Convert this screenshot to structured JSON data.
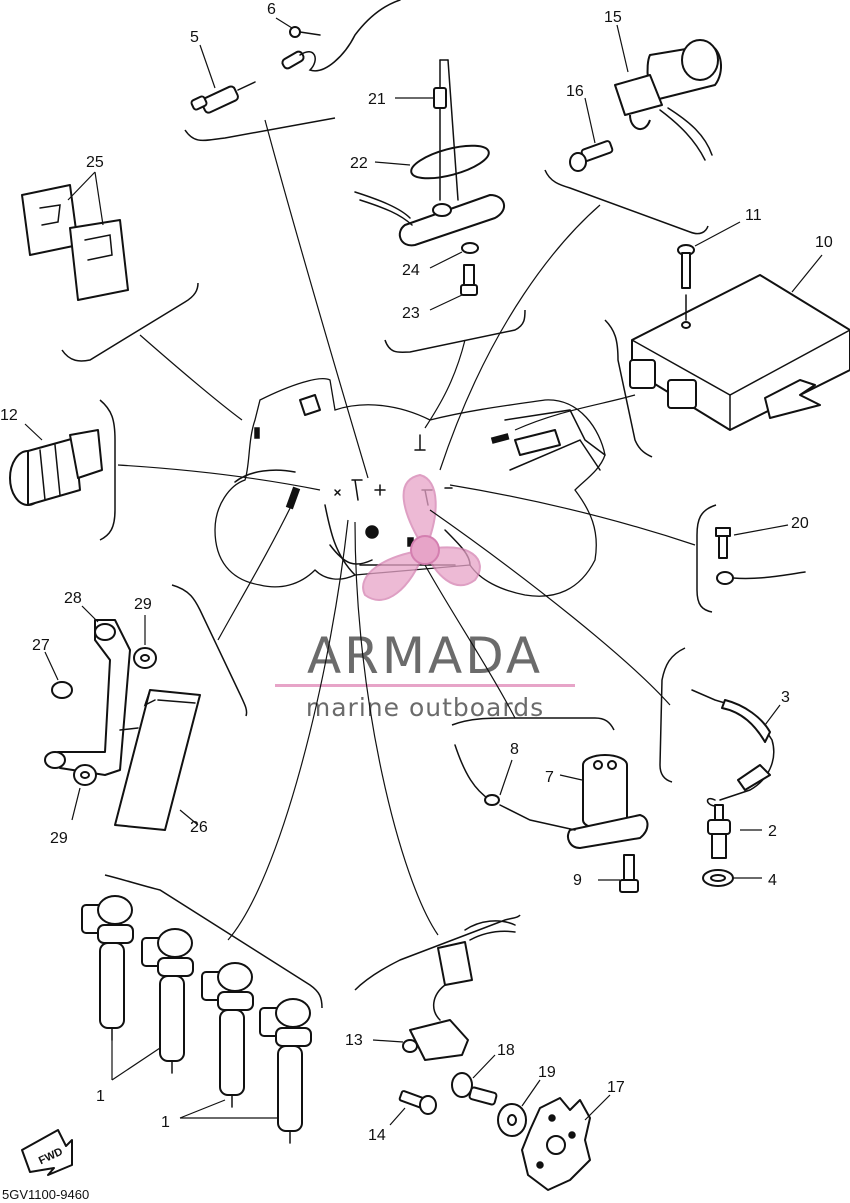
{
  "callouts": [
    "1",
    "2",
    "3",
    "4",
    "5",
    "6",
    "7",
    "8",
    "9",
    "10",
    "11",
    "12",
    "13",
    "14",
    "15",
    "16",
    "17",
    "18",
    "19",
    "20",
    "21",
    "22",
    "23",
    "24",
    "25",
    "26",
    "27",
    "28",
    "29"
  ],
  "part_code": "5GV1100-9460",
  "fwd_label": "FWD",
  "watermark": {
    "brand": "ARMADA",
    "tagline": "marine outboards",
    "brand_color": "#e7a4c8",
    "text_color": "#6b6b6b"
  }
}
